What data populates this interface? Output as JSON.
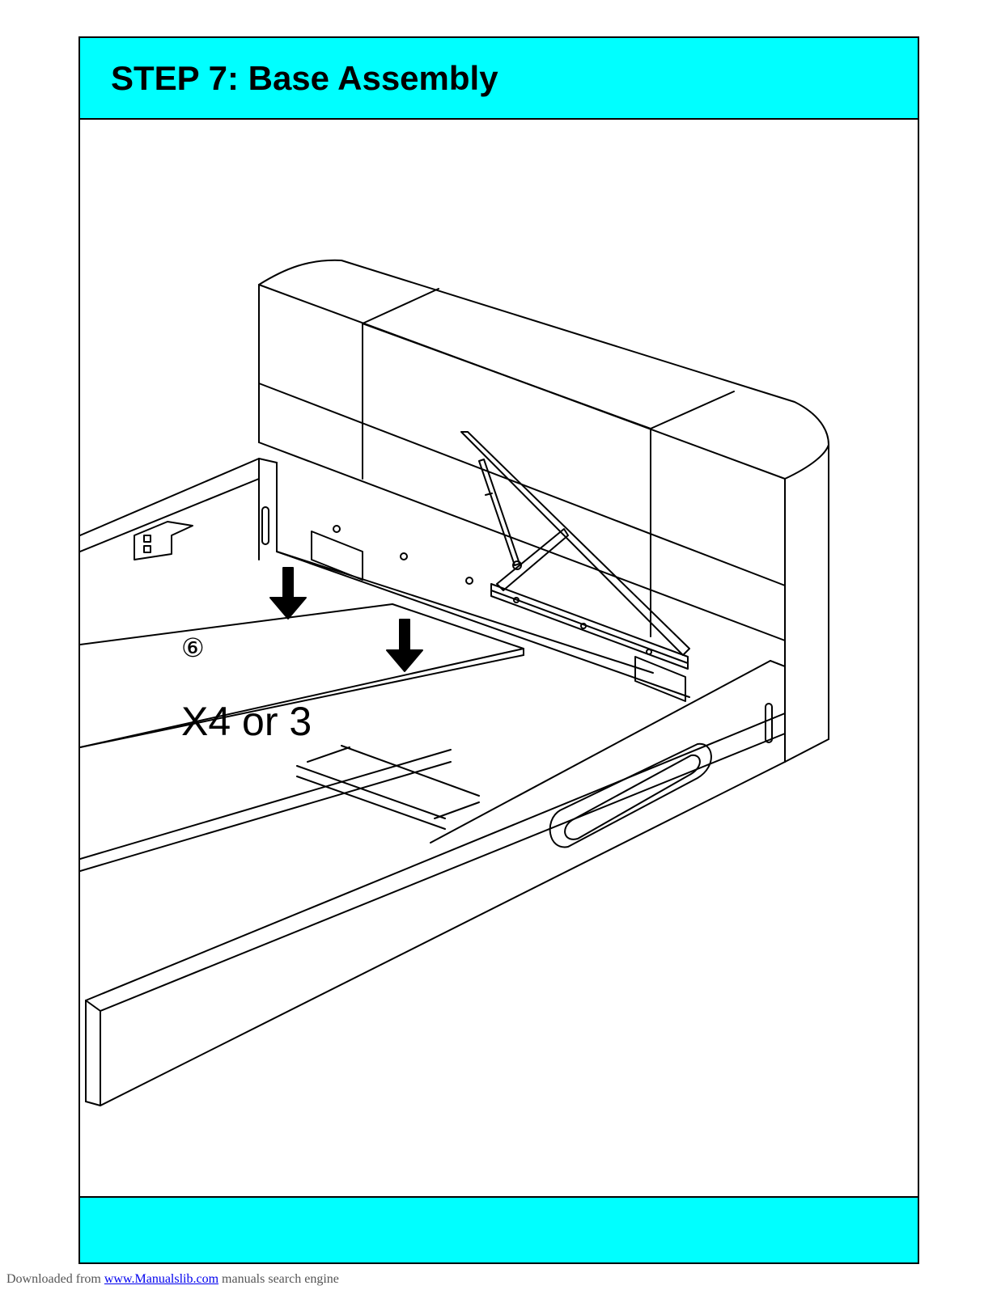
{
  "header": {
    "title": "STEP 7: Base Assembly"
  },
  "diagram": {
    "part_number": "⑥",
    "quantity_label": "X4 or  3"
  },
  "footer": {
    "prefix": "Downloaded from ",
    "link_text": "www.Manualslib.com",
    "suffix": " manuals search engine"
  },
  "colors": {
    "band": "#00ffff",
    "line": "#000000"
  }
}
